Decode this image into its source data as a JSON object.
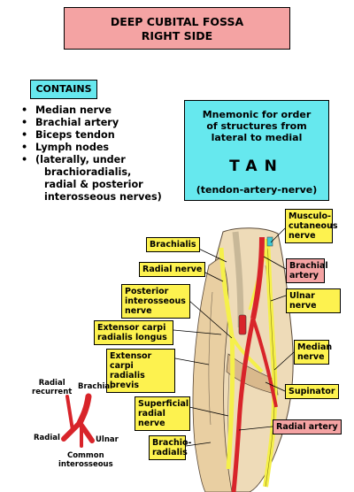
{
  "title": {
    "line1": "DEEP CUBITAL FOSSA",
    "line2": "RIGHT SIDE"
  },
  "contains": {
    "heading": "CONTAINS",
    "items": [
      "Median nerve",
      "Brachial artery",
      "Biceps tendon",
      "Lymph nodes",
      "(laterally, under",
      "brachioradialis,",
      "radial & posterior",
      "interosseous nerves)"
    ]
  },
  "mnemonic": {
    "line1": "Mnemonic for order",
    "line2": "of structures from",
    "line3": "lateral to medial",
    "letters": "TAN",
    "expansion": "(tendon-artery-nerve)"
  },
  "labels": {
    "brachialis": "Brachialis",
    "radial_nerve": "Radial nerve",
    "posterior_interosseous": [
      "Posterior",
      "interosseous",
      "nerve"
    ],
    "ecrl": [
      "Extensor carpi",
      "radialis longus"
    ],
    "ecrb": [
      "Extensor carpi",
      "radialis brevis"
    ],
    "superficial_radial": [
      "Superficial",
      "radial nerve"
    ],
    "brachioradialis": [
      "Brachio-",
      "radialis"
    ],
    "musculocutaneous": [
      "Musculo-",
      "cutaneous",
      "nerve"
    ],
    "brachial_artery": [
      "Brachial",
      "artery"
    ],
    "ulnar_nerve": "Ulnar nerve",
    "median_nerve": [
      "Median",
      "nerve"
    ],
    "supinator": "Supinator",
    "radial_artery": "Radial artery"
  },
  "inset": {
    "radial_recurrent": [
      "Radial",
      "recurrent"
    ],
    "brachial": "Brachial",
    "radial": "Radial",
    "ulnar": "Ulnar",
    "common_interosseous": [
      "Common",
      "interosseous"
    ]
  },
  "colors": {
    "title_fill": "#f4a3a3",
    "note_fill": "#66e8ee",
    "label_fill": "#fdf24f",
    "artery_label_fill": "#f4a3a3",
    "muscle": "#eedbb8",
    "nerve": "#f5f04a",
    "artery": "#d8242a"
  }
}
